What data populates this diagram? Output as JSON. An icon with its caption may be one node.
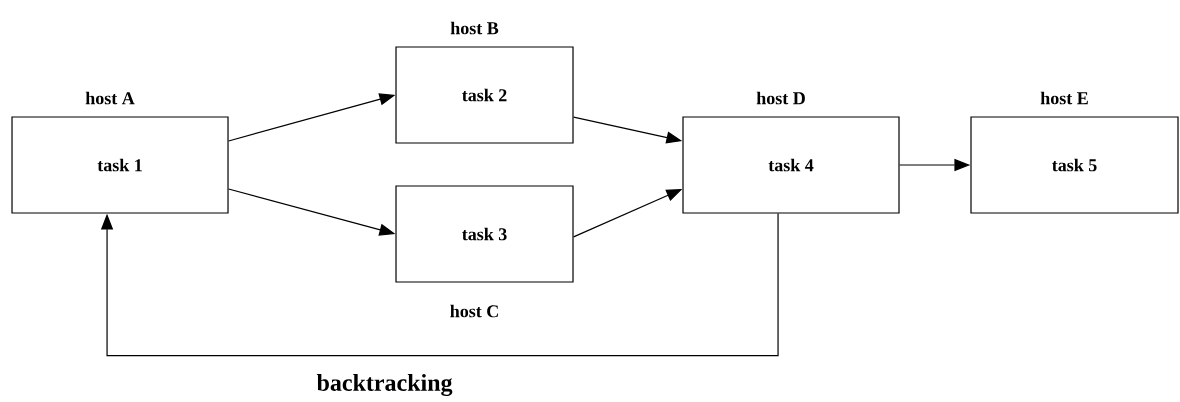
{
  "diagram": {
    "nodes": [
      {
        "text": [
          "host A",
          "task 1"
        ]
      },
      {
        "text": [
          "host B",
          "task 2"
        ]
      },
      {
        "text": [
          "task 3",
          "host C"
        ]
      },
      {
        "text": [
          "host D",
          "task 4"
        ]
      },
      {
        "text": [
          "host E",
          "task 5"
        ]
      }
    ],
    "edges": [
      {
        "from": 0,
        "to": 1,
        "arrow": "to"
      },
      {
        "from": 0,
        "to": 2,
        "arrow": "to"
      },
      {
        "from": 1,
        "to": 3,
        "arrow": "to"
      },
      {
        "from": 2,
        "to": 3,
        "arrow": "to"
      },
      {
        "from": 3,
        "to": 4,
        "arrow": "to"
      },
      {
        "from": 3,
        "to": 0,
        "arrow": "to",
        "label": "backtracking"
      }
    ]
  }
}
